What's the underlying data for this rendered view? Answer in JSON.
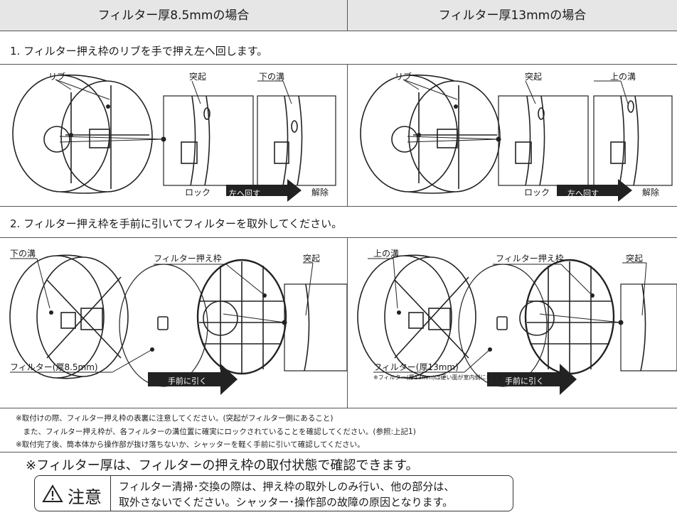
{
  "header": {
    "left": "フィルター厚8.5mmの場合",
    "right": "フィルター厚13mmの場合"
  },
  "step1": {
    "text": "1. フィルター押え枠のリブを手で押え左へ回します。",
    "left": {
      "rib": "リブ",
      "protrusion": "突起",
      "groove": "下の溝",
      "lock": "ロック",
      "arrow": "左へ回す",
      "release": "解除"
    },
    "right": {
      "rib": "リブ",
      "protrusion": "突起",
      "groove": "上の溝",
      "lock": "ロック",
      "arrow": "左へ回す",
      "release": "解除"
    }
  },
  "step2": {
    "text": "2. フィルター押え枠を手前に引いてフィルターを取外してください。",
    "left": {
      "groove": "下の溝",
      "frame": "フィルター押え枠",
      "protrusion": "突起",
      "filter": "フィルター(厚8.5mm)",
      "arrow": "手前に引く"
    },
    "right": {
      "groove": "上の溝",
      "frame": "フィルター押え枠",
      "protrusion": "突起",
      "filter": "フィルター(厚13mm)",
      "arrow": "手前に引く",
      "subnote": "※フィルター(厚13mm)は硬い面が室内側になります。"
    }
  },
  "notes": [
    "※取付けの際、フィルター押え枠の表裏に注意してください。(突起がフィルター側にあること)",
    "　また、フィルター押え枠が、各フィルターの溝位置に確実にロックされていることを確認してください。(参照:上記1)",
    "※取付完了後、筒本体から操作部が抜け落ちないか、シャッターを軽く手前に引いて確認してください。"
  ],
  "big_note": "※フィルター厚は、フィルターの押え枠の取付状態で確認できます。",
  "caution": {
    "word": "注意",
    "line1": "フィルター清掃･交換の際は、押え枠の取外しのみ行い、他の部分は、",
    "line2": "取外さないでください。シャッター･操作部の故障の原因となります。"
  }
}
